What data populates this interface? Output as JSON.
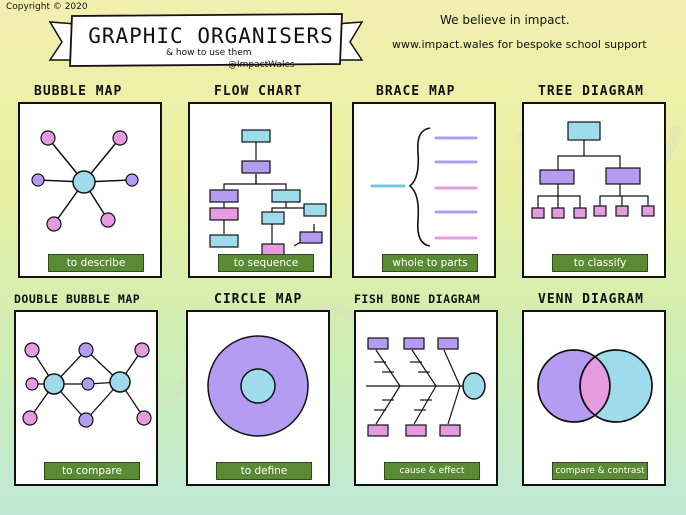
{
  "copyright": "Copyright © 2020",
  "header": {
    "title": "GRAPHIC ORGANISERS",
    "subtitle": "& how to use them",
    "handle": "@ImpactWales",
    "tagline": "We believe in impact.",
    "website": "www.impact.wales for bespoke school support"
  },
  "cards": [
    {
      "title": "BUBBLE MAP",
      "caption": "to describe"
    },
    {
      "title": "FLOW CHART",
      "caption": "to sequence"
    },
    {
      "title": "BRACE MAP",
      "caption": "whole to parts"
    },
    {
      "title": "TREE DIAGRAM",
      "caption": "to classify"
    },
    {
      "title": "DOUBLE BUBBLE MAP",
      "caption": "to compare"
    },
    {
      "title": "CIRCLE MAP",
      "caption": "to define"
    },
    {
      "title": "FISH BONE DIAGRAM",
      "caption": "cause & effect"
    },
    {
      "title": "VENN DIAGRAM",
      "caption": "compare & contrast"
    }
  ],
  "colors": {
    "pink": "#e59be0",
    "purple": "#b49cf2",
    "blue": "#9fdceb",
    "caption_green": "#5b8a35"
  }
}
